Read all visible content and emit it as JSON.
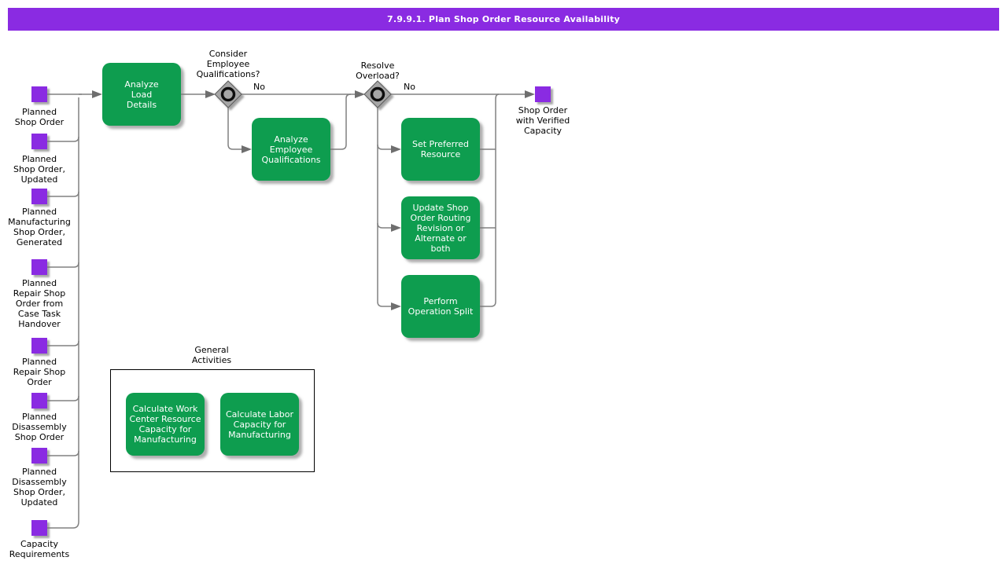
{
  "title": "7.9.9.1. Plan Shop Order Resource Availability",
  "colors": {
    "purple": "#8a2be2",
    "green": "#0e9d4f",
    "line": "#808080",
    "diamond": "#a6a6a6"
  },
  "inputs": [
    {
      "label": "Planned\nShop Order"
    },
    {
      "label": "Planned\nShop Order,\nUpdated"
    },
    {
      "label": "Planned\nManufacturing\nShop Order,\nGenerated"
    },
    {
      "label": "Planned\nRepair Shop\nOrder from\nCase Task\nHandover"
    },
    {
      "label": "Planned\nRepair Shop\nOrder"
    },
    {
      "label": "Planned\nDisassembly\nShop Order"
    },
    {
      "label": "Planned\nDisassembly\nShop Order,\nUpdated"
    },
    {
      "label": "Capacity\nRequirements"
    }
  ],
  "gateways": [
    {
      "question": "Consider\nEmployee\nQualifications?",
      "branch_label": "No"
    },
    {
      "question": "Resolve\nOverload?",
      "branch_label": "No"
    }
  ],
  "activities": {
    "analyze_load": "Analyze\nLoad\nDetails",
    "analyze_employee": "Analyze\nEmployee\nQualifications",
    "set_preferred": "Set Preferred\nResource",
    "update_routing": "Update Shop\nOrder Routing\nRevision or\nAlternate or\nboth",
    "perform_split": "Perform\nOperation Split"
  },
  "output": {
    "label": "Shop Order\nwith Verified\nCapacity"
  },
  "general_activities": {
    "group_label": "General\nActivities",
    "items": [
      {
        "label": "Calculate Work\nCenter Resource\nCapacity for\nManufacturing"
      },
      {
        "label": "Calculate Labor\nCapacity for\nManufacturing"
      }
    ]
  }
}
